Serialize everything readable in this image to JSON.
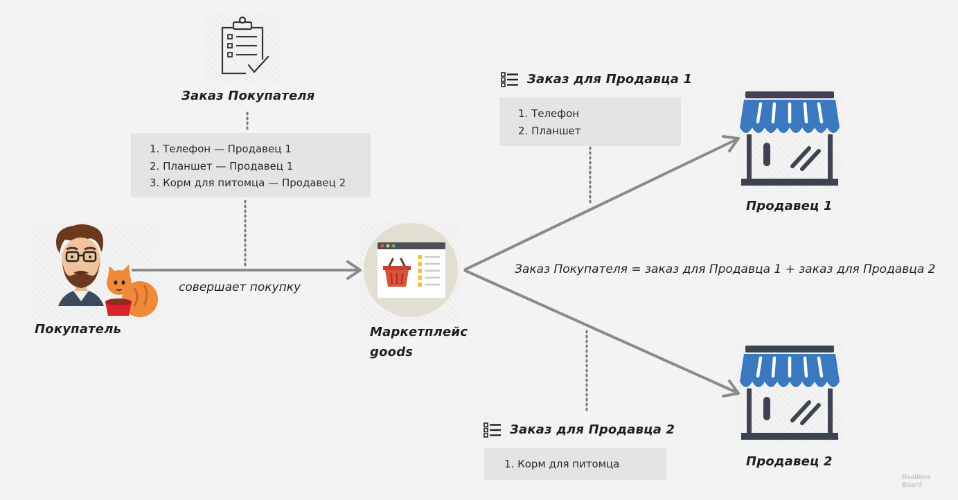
{
  "customer_order": {
    "title": "Заказ Покупателя",
    "items": [
      "1. Телефон — Продавец 1",
      "2. Планшет — Продавец 1",
      "3. Корм для питомца — Продавец 2"
    ]
  },
  "buyer": {
    "label": "Покупатель",
    "action": "совершает покупку"
  },
  "marketplace": {
    "label_line1": "Маркетплейс",
    "label_line2": "goods"
  },
  "seller1_order": {
    "title": "Заказ для Продавца 1",
    "items": [
      "1. Телефон",
      "2. Планшет"
    ]
  },
  "seller2_order": {
    "title": "Заказ для Продавца 2",
    "items": [
      "1. Корм для питомца"
    ]
  },
  "seller1": {
    "label": "Продавец 1"
  },
  "seller2": {
    "label": "Продавец 2"
  },
  "equation": "Заказ Покупателя = заказ для Продавца 1 + заказ для Продавца 2",
  "watermark": {
    "line1": "Realtime",
    "line2": "Board"
  },
  "icons": {
    "clipboard": "clipboard-check-icon",
    "list": "list-icon",
    "store": "storefront-icon",
    "buyer": "man-with-cat-icon",
    "marketplace": "browser-basket-icon"
  },
  "colors": {
    "awning": "#3a78c0",
    "store_dark": "#3d4350",
    "arrow": "#8a8a8a",
    "cat": "#ef8a3a"
  }
}
